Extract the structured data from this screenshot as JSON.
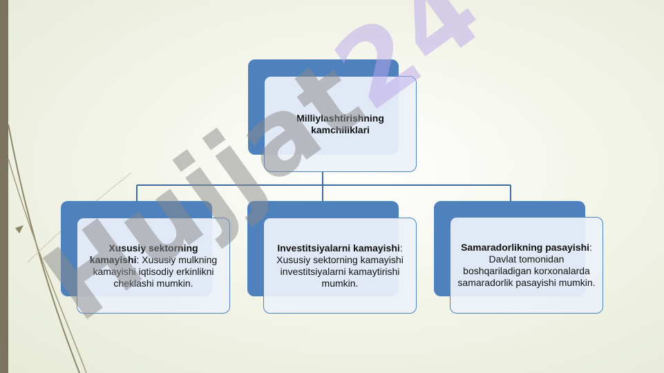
{
  "watermark": {
    "part1": "Hujjat",
    "part2": "24"
  },
  "diagram": {
    "root": {
      "text": "Milliylashtirishning kamchiliklari"
    },
    "children": [
      {
        "title": "Xususiy sektorning kamayishi",
        "text": ": Xususiy mulkning kamayishi iqtisodiy erkinlikni cheklashi mumkin."
      },
      {
        "title": "Investitsiyalarni kamayishi",
        "text": ": Xususiy sektorning kamayishi investitsiyalarni kamaytirishi mumkin."
      },
      {
        "title": "Samaradorlikning pasayishi",
        "text": ": Davlat tomonidan boshqariladigan korxonalarda samaradorlik pasayishi mumkin."
      }
    ]
  },
  "colors": {
    "accent": "#4f81bd",
    "sidebar": "#7b735e",
    "watermark_gray": "#8a8a8a",
    "watermark_violet": "#b9a6ea"
  }
}
